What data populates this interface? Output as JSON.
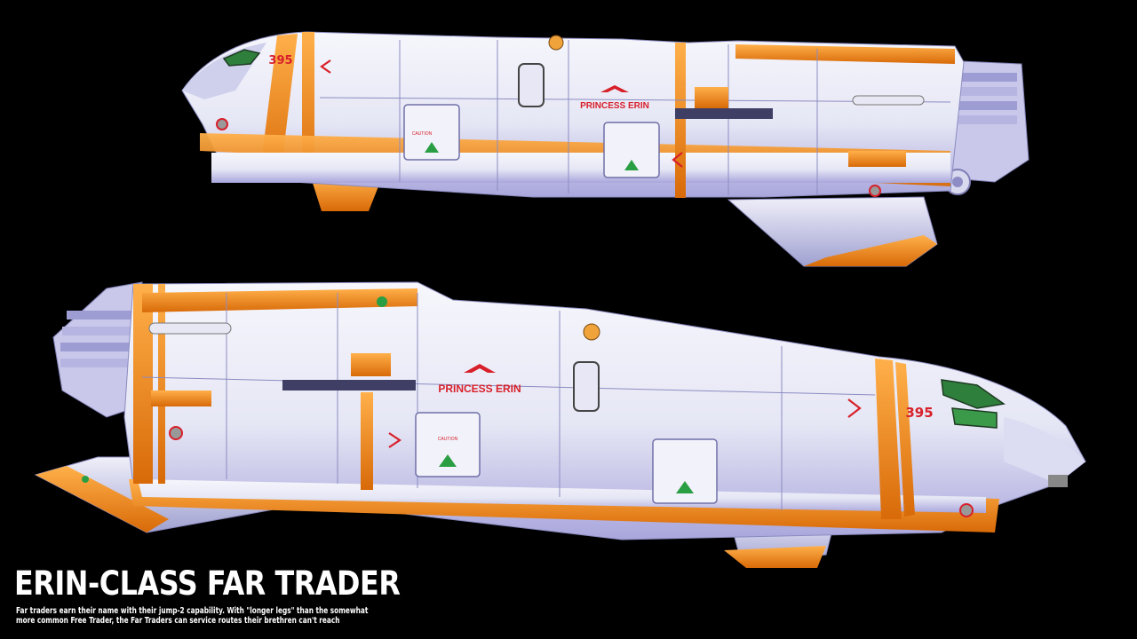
{
  "colors": {
    "background": "#000000",
    "hull_white": "#eceef8",
    "hull_shade": "#b9b8e8",
    "stripe_orange": "#f08a18",
    "accent_red": "#d8202a",
    "text_color": "#ffffff"
  },
  "top_ship": {
    "name_label": "PRINCESS ERIN",
    "hull_number": "395",
    "caution_label": "CAUTION"
  },
  "bottom_ship": {
    "name_label": "PRINCESS ERIN",
    "hull_number": "395",
    "caution_label": "CAUTION"
  },
  "poster": {
    "title": "ERIN-CLASS FAR TRADER",
    "caption_line1": "Far traders earn their name with their jump-2 capability.  With \"longer legs\"  than the somewhat",
    "caption_line2": "more common Free Trader, the Far Traders can service routes their brethren can't reach"
  }
}
